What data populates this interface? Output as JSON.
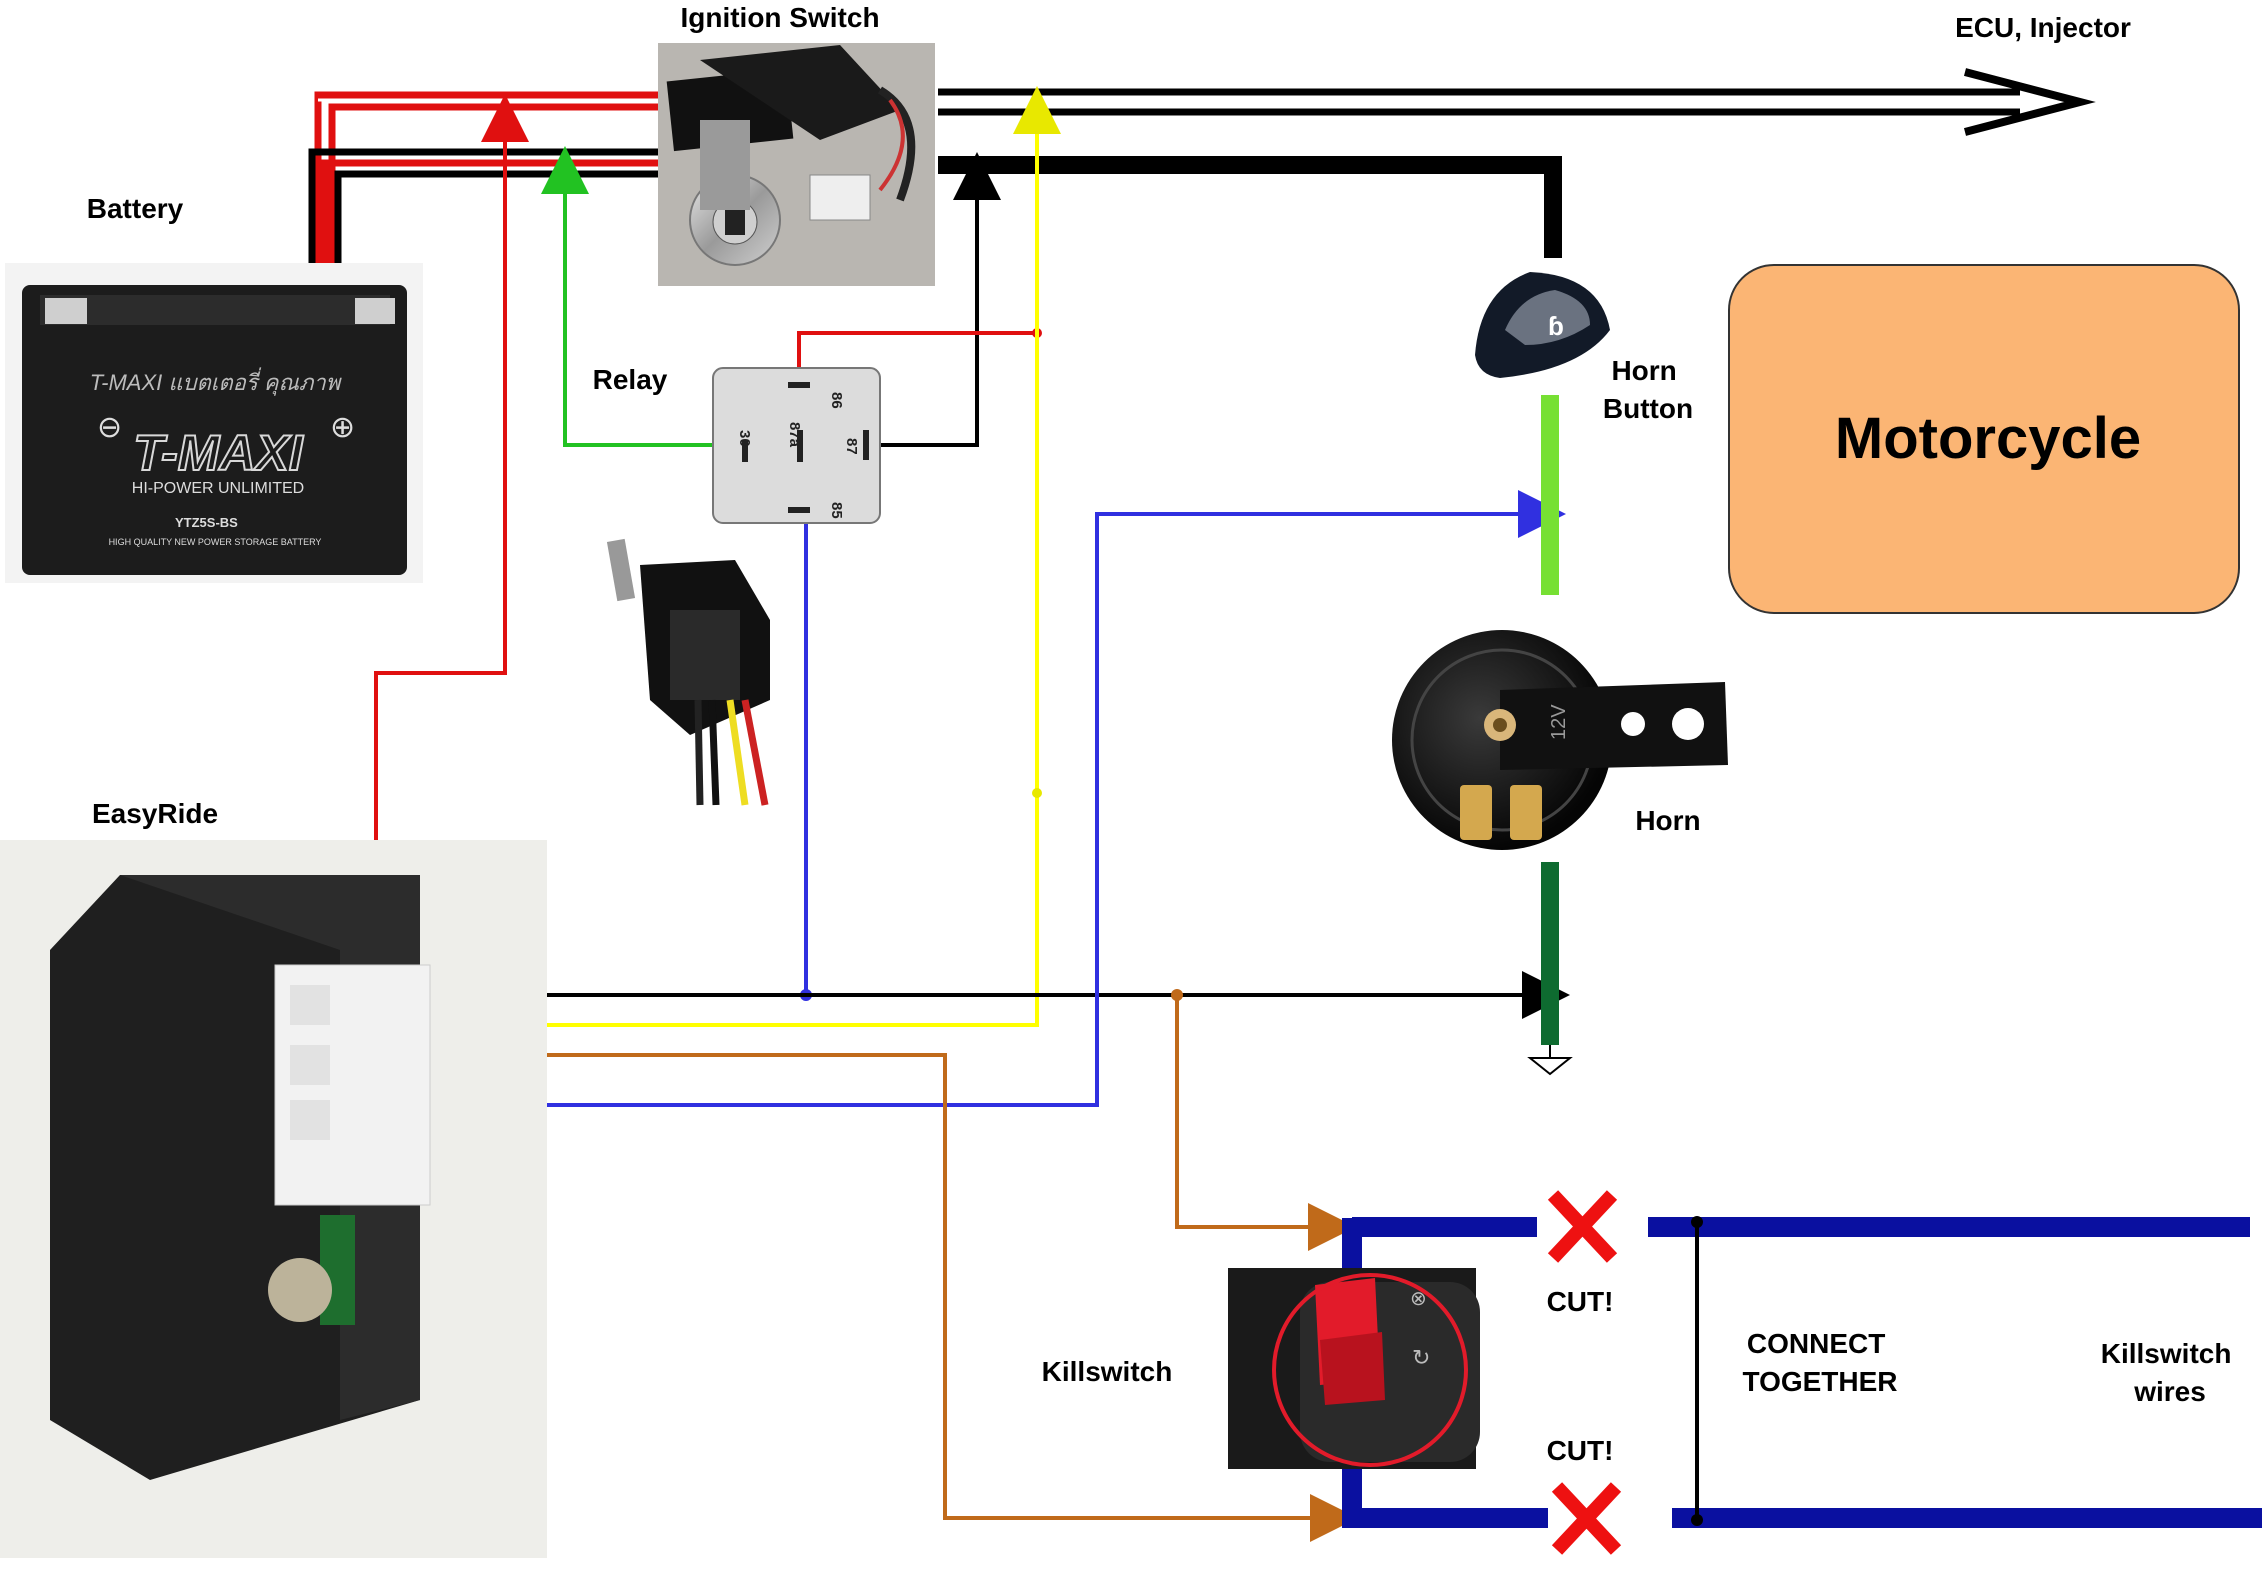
{
  "labels": {
    "ignition_switch": "Ignition Switch",
    "ecu_injector": "ECU, Injector",
    "battery": "Battery",
    "relay": "Relay",
    "horn_button": "Horn Button",
    "horn": "Horn",
    "motorcycle": "Motorcycle",
    "easyride": "EasyRide",
    "killswitch": "Killswitch",
    "cut_top": "CUT!",
    "cut_bottom": "CUT!",
    "connect_together": "CONNECT TOGETHER",
    "killswitch_wires": "Killswitch wires"
  },
  "relay_pins": [
    "86",
    "30",
    "87a",
    "87",
    "85"
  ],
  "battery_label": {
    "brand": "T-MAXI",
    "subtitle": "HI-POWER UNLIMITED",
    "model": "YTZ5S-BS",
    "footer": "HIGH QUALITY NEW POWER STORAGE BATTERY"
  },
  "horn_marking": "12V",
  "colors": {
    "red_wire": "#e01010",
    "black_wire": "#000000",
    "green_wire": "#22c222",
    "yellow_wire": "#ffff00",
    "blue_wire": "#3030e0",
    "orange_wire": "#c06a1a",
    "killswitch_wire": "#0a10a0",
    "horn_light_green": "#77e033",
    "horn_dark_green": "#0e6b30",
    "motorcycle_fill": "#fbb574",
    "cut_mark": "#ee1111"
  },
  "icons": [
    "battery-image",
    "ignition-switch-image",
    "relay-image",
    "relay-socket-image",
    "horn-button-image",
    "horn-image",
    "easyride-module-image",
    "killswitch-image",
    "ground-symbol-icon",
    "cut-x-icon"
  ]
}
